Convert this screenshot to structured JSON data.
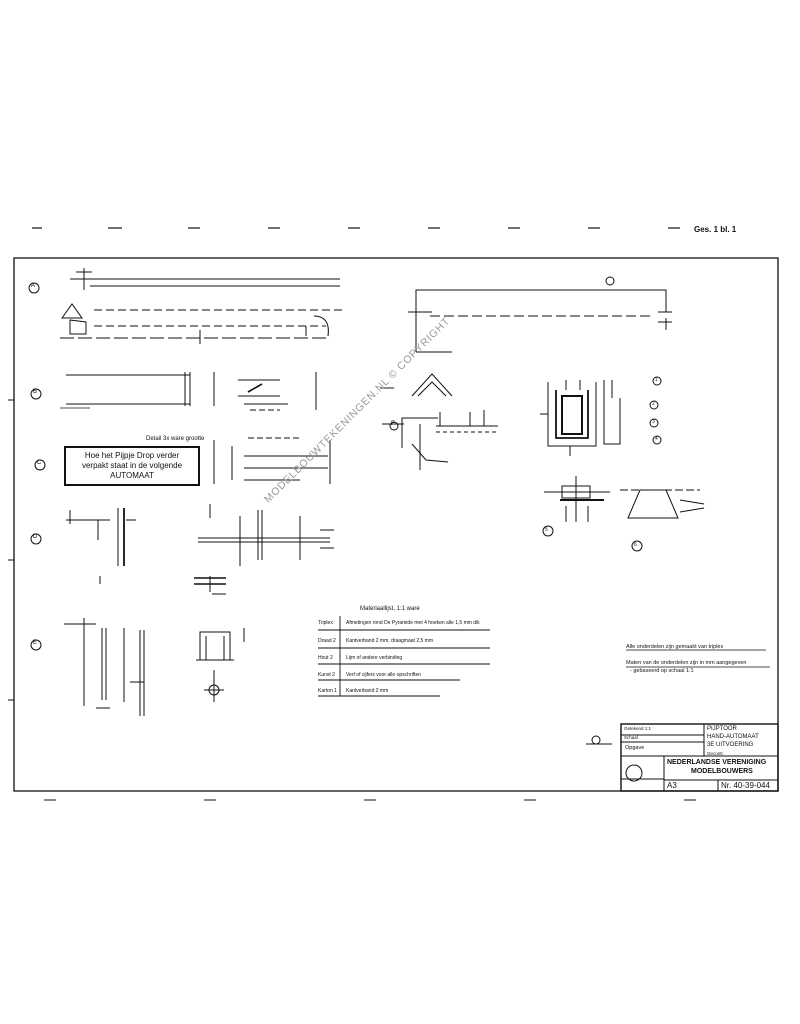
{
  "header": {
    "corner_mark": "Ges. 1 bl. 1"
  },
  "watermark": "MODELBOUWTEKENINGEN.NL © COPYRIGHT",
  "detail_box": {
    "caption": "Detail 3x ware grootte",
    "lines": [
      "Hoe het Pijpje Drop verder",
      "verpakt staat in de volgende",
      "AUTOMAAT"
    ]
  },
  "material_list": {
    "heading": "Materiaallijst, 1:1 ware",
    "rows": [
      {
        "code": "Triplex",
        "text": "Afmetingen rond De Pyramide met 4 hoeken alle 1,5 mm dik"
      },
      {
        "code": "Draad 2",
        "text": "Kantverband 2 mm, draagmaat 2,5 mm"
      },
      {
        "code": "Hout 2",
        "text": "Lijm of andere verbinding"
      },
      {
        "code": "Kunst 2",
        "text": "Verf of cijfers voor alle opschriften"
      },
      {
        "code": "Karton 1",
        "text": "Kantverband 2 mm"
      }
    ]
  },
  "notes": [
    "Alle onderdelen zijn gemaakt van triplex",
    "Maten van de onderdelen zijn in mm aangegeven",
    "- gebaseerd op schaal 1:1"
  ],
  "title_block": {
    "scale_rows": [
      "Getekend  1:1",
      "Schaal"
    ],
    "opgave": "Opgave",
    "title_lines": [
      "PIJPTOOR",
      "HAND-AUTOMAAT",
      "3E UITVOERING"
    ],
    "checked": "Gecontr.",
    "org_lines": [
      "NEDERLANDSE VERENIGING",
      "MODELBOUWERS"
    ],
    "sheet_size": "A3",
    "number": "Nr. 40-39-044"
  },
  "section_marks": [
    "A",
    "B",
    "C",
    "D",
    "E",
    "F",
    "1",
    "2",
    "3",
    "4",
    "5",
    "6"
  ]
}
